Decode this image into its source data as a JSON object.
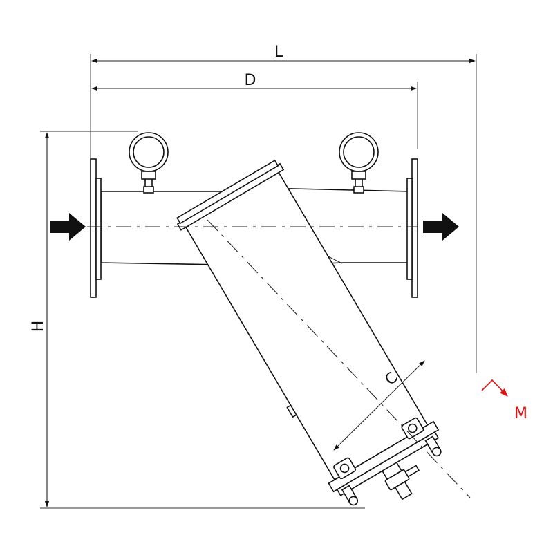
{
  "dimensions": {
    "length": "L",
    "distance": "D",
    "height": "H",
    "cover_clearance": "C"
  },
  "callout": {
    "label": "M",
    "color": "#e01010"
  },
  "line_color": "#111111",
  "flow_arrow_color": "#111111",
  "icons": {
    "inlet_arrow": "right-arrow",
    "outlet_arrow": "right-arrow",
    "gauge": "pressure-gauge"
  }
}
